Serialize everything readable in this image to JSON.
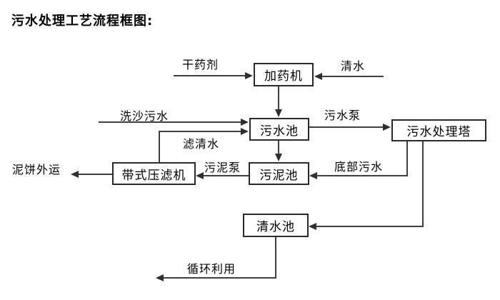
{
  "title": "污水处理工艺流程框图:",
  "diagram_type": "flowchart",
  "colors": {
    "background": "#ffffff",
    "line": "#3f3f3f",
    "box_border": "#2a2a2a",
    "text": "#000000"
  },
  "nodes": {
    "dosing_machine": {
      "label": "加药机"
    },
    "sewage_pool": {
      "label": "污水池"
    },
    "treatment_tower": {
      "label": "污水处理塔"
    },
    "belt_filter_press": {
      "label": "带式压滤机"
    },
    "sludge_pool": {
      "label": "污泥池"
    },
    "clean_water_pool": {
      "label": "清水池"
    }
  },
  "edges": [
    {
      "from": "dry_agent_input",
      "to": "dosing_machine",
      "label": "干药剂",
      "direction": "right"
    },
    {
      "from": "clean_water_input",
      "to": "dosing_machine",
      "label": "清水",
      "direction": "left"
    },
    {
      "from": "dosing_machine",
      "to": "sewage_pool",
      "label": "",
      "direction": "down"
    },
    {
      "from": "sand_washing_input",
      "to": "sewage_pool",
      "label": "洗沙污水",
      "direction": "right"
    },
    {
      "from": "belt_filter_press",
      "to": "sewage_pool",
      "label": "滤清水",
      "direction": "up-right"
    },
    {
      "from": "sewage_pool",
      "to": "treatment_tower",
      "label": "污水泵",
      "direction": "right"
    },
    {
      "from": "sewage_pool",
      "to": "sludge_pool",
      "label": "",
      "direction": "down"
    },
    {
      "from": "treatment_tower",
      "to": "sludge_pool",
      "label": "底部污水",
      "direction": "down-left"
    },
    {
      "from": "sludge_pool",
      "to": "belt_filter_press",
      "label": "污泥泵",
      "direction": "left"
    },
    {
      "from": "belt_filter_press",
      "to": "external",
      "label": "泥饼外运",
      "direction": "left"
    },
    {
      "from": "treatment_tower",
      "to": "clean_water_pool",
      "label": "",
      "direction": "down-left"
    },
    {
      "from": "clean_water_pool",
      "to": "external",
      "label": "循环利用",
      "direction": "down-left"
    }
  ]
}
